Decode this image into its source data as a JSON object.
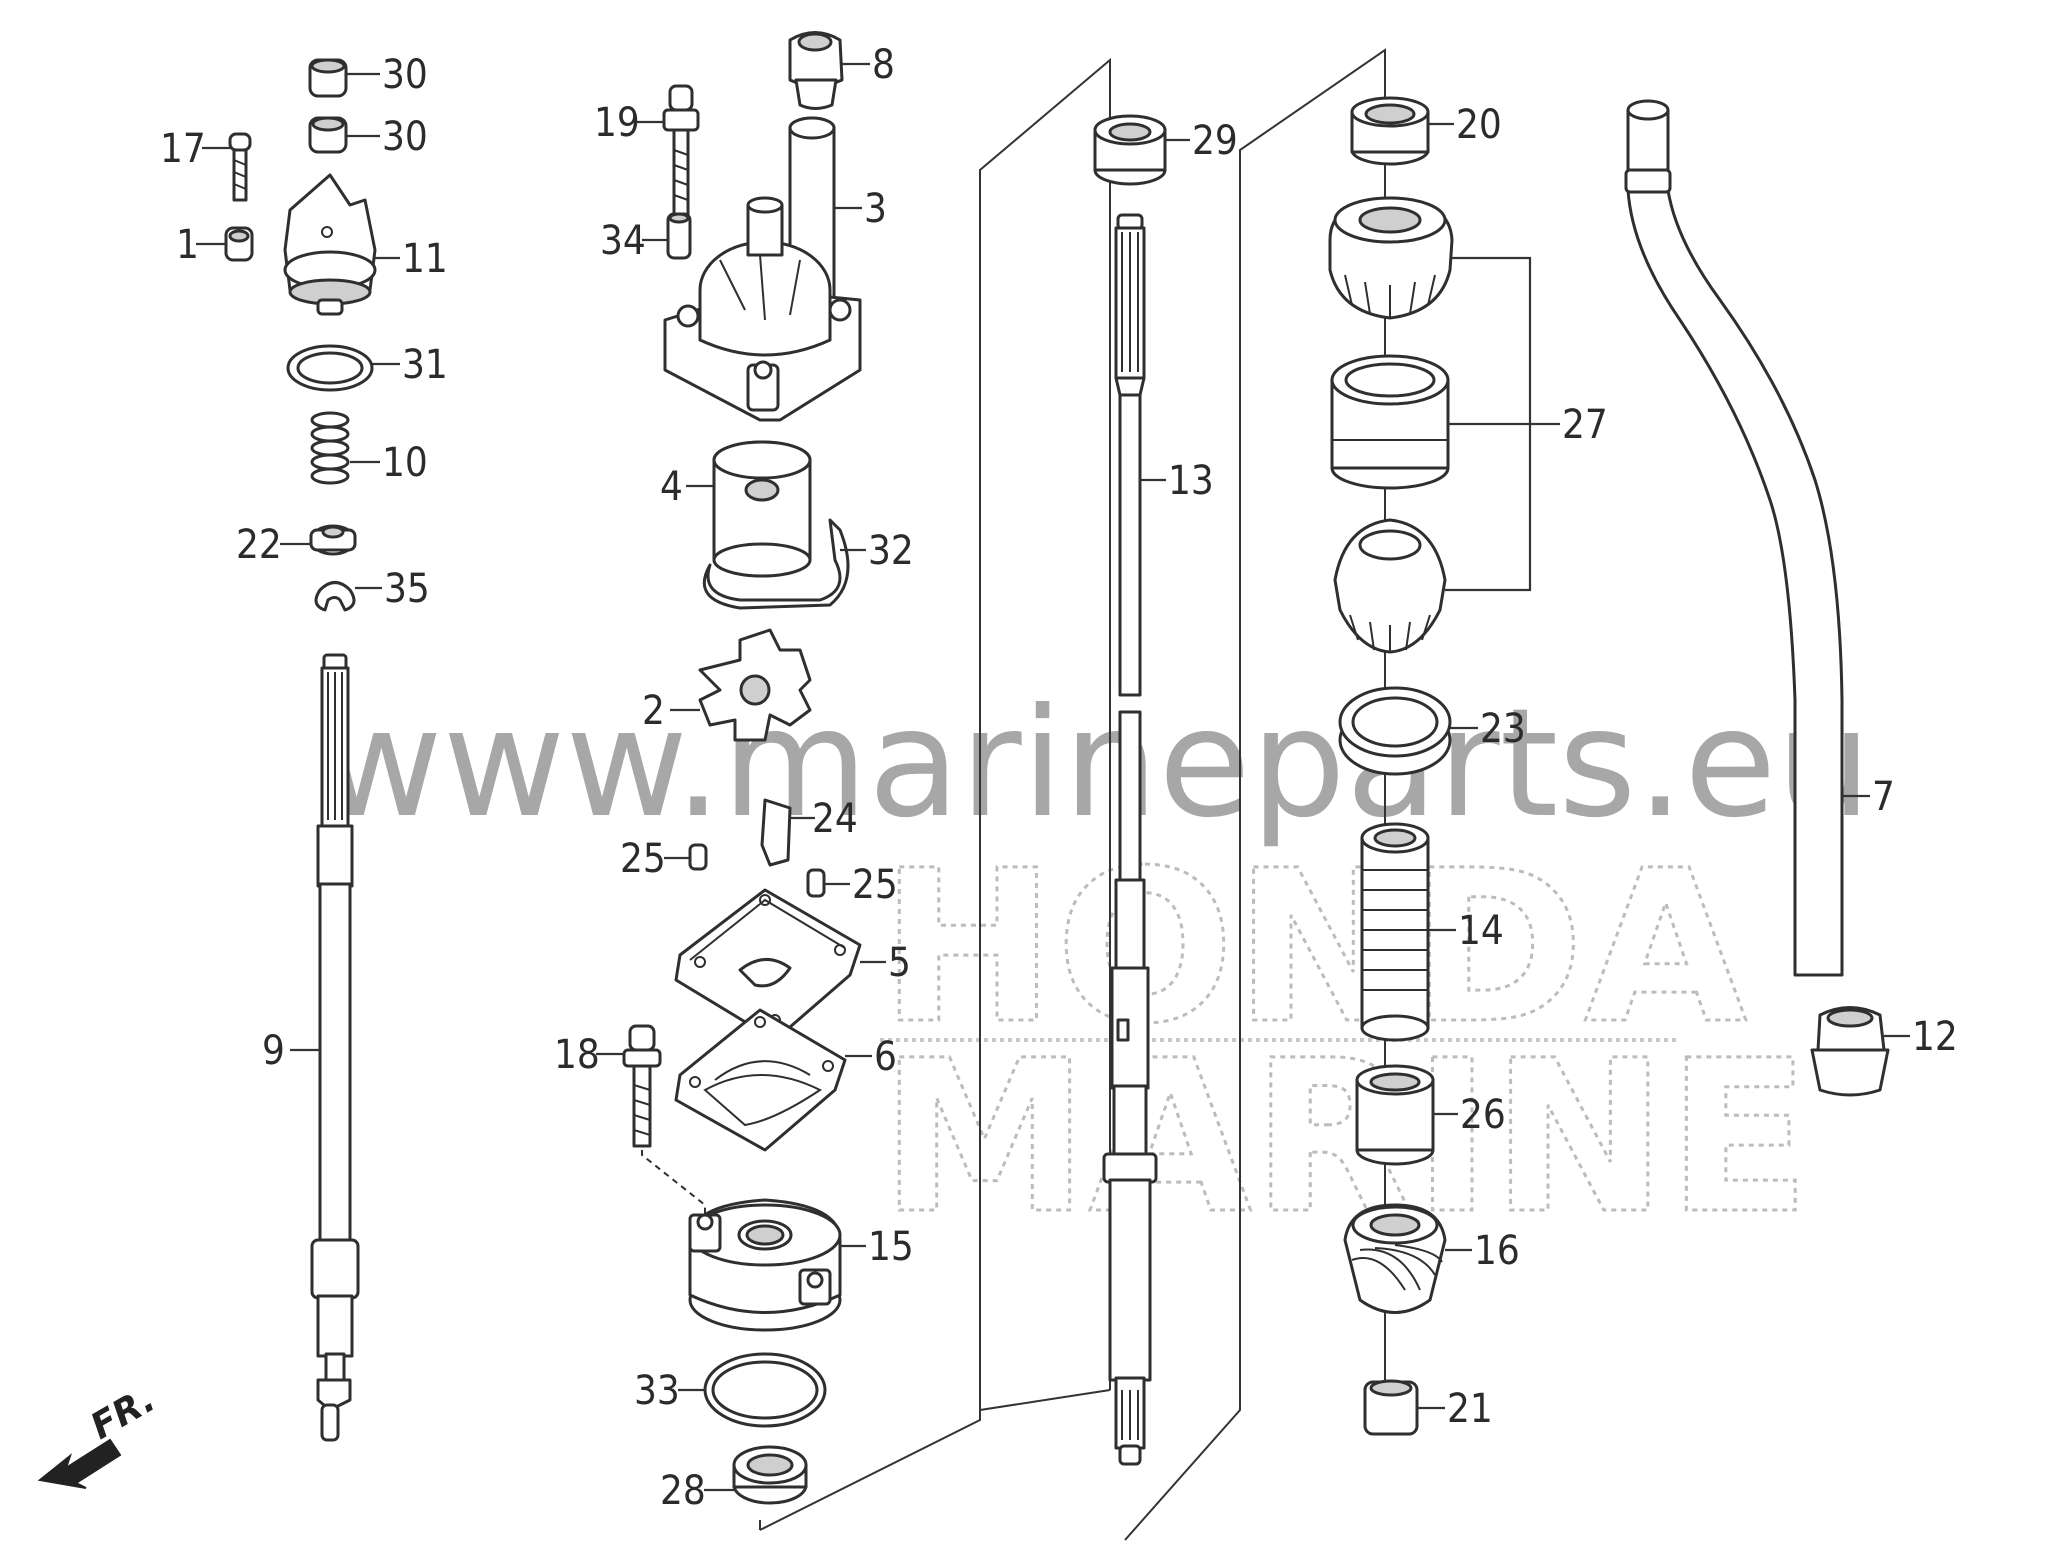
{
  "watermark": {
    "url": "www.marineparts.eu",
    "brand_line1": "HONDA",
    "brand_line2": "MARINE"
  },
  "direction_label": "FR.",
  "callouts": {
    "c30a": "30",
    "c30b": "30",
    "c17": "17",
    "c1": "1",
    "c11": "11",
    "c31": "31",
    "c10": "10",
    "c22": "22",
    "c35": "35",
    "c9": "9",
    "c8": "8",
    "c19": "19",
    "c3": "3",
    "c34": "34",
    "c4": "4",
    "c32": "32",
    "c2": "2",
    "c24": "24",
    "c25a": "25",
    "c25b": "25",
    "c5": "5",
    "c18": "18",
    "c6": "6",
    "c15": "15",
    "c33": "33",
    "c28": "28",
    "c29": "29",
    "c13": "13",
    "c20": "20",
    "c27": "27",
    "c23": "23",
    "c14": "14",
    "c26": "26",
    "c16": "16",
    "c21": "21",
    "c7": "7",
    "c12": "12"
  }
}
